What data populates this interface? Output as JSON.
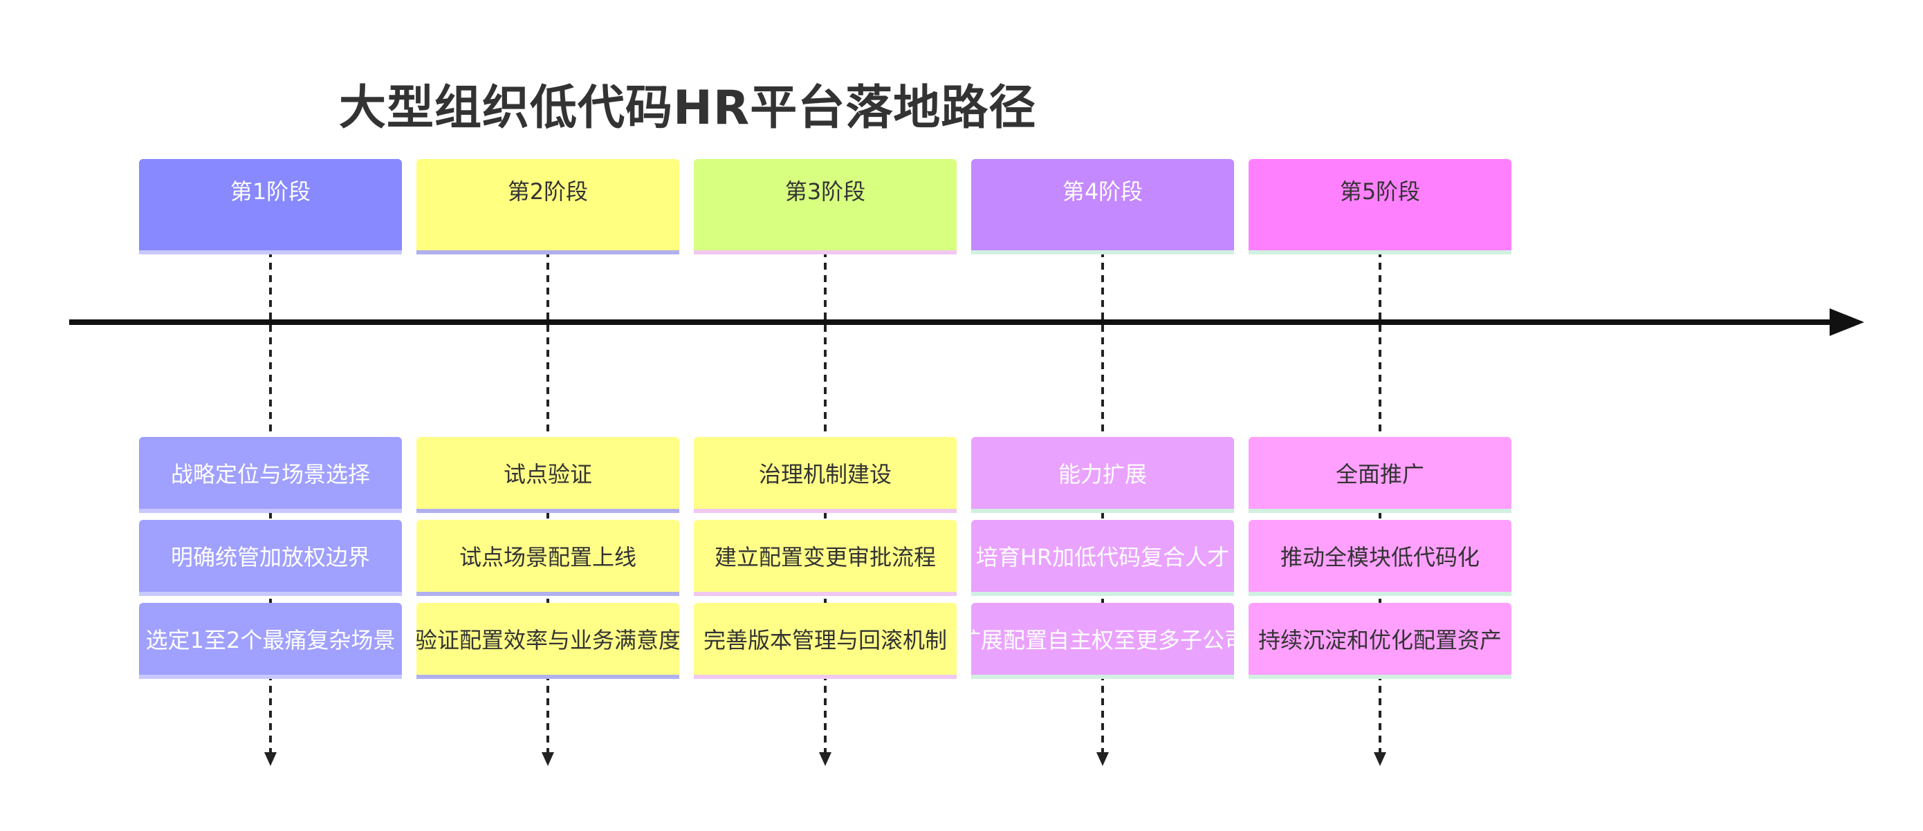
{
  "title": "大型组织低代码HR平台落地路径",
  "stages": [
    {
      "label": "第1阶段",
      "header_color": "#8888ff",
      "header_text_color": "#ffffff",
      "task_color": "#a0a0ff",
      "task_text_color": "#ffffff",
      "underline_color": "#c8c8ff",
      "tasks": [
        "战略定位与场景选择",
        "明确统管加放权边界",
        "选定1至2个最痛复杂场景"
      ]
    },
    {
      "label": "第2阶段",
      "header_color": "#ffff80",
      "header_text_color": "#333333",
      "task_color": "#ffff88",
      "task_text_color": "#333333",
      "underline_color": "#b0b0ee",
      "tasks": [
        "试点验证",
        "试点场景配置上线",
        "验证配置效率与业务满意度"
      ]
    },
    {
      "label": "第3阶段",
      "header_color": "#d8ff80",
      "header_text_color": "#333333",
      "task_color": "#ffff88",
      "task_text_color": "#333333",
      "underline_color": "#f0c8f0",
      "tasks": [
        "治理机制建设",
        "建立配置变更审批流程",
        "完善版本管理与回滚机制"
      ]
    },
    {
      "label": "第4阶段",
      "header_color": "#c488ff",
      "header_text_color": "#ffffff",
      "task_color": "#eaa2ff",
      "task_text_color": "#ffffff",
      "underline_color": "#d0f0e0",
      "tasks": [
        "能力扩展",
        "培育HR加低代码复合人才",
        "扩展配置自主权至更多子公司"
      ]
    },
    {
      "label": "第5阶段",
      "header_color": "#ff80ff",
      "header_text_color": "#333333",
      "task_color": "#ffa0ff",
      "task_text_color": "#333333",
      "underline_color": "#d0f0e0",
      "tasks": [
        "全面推广",
        "推动全模块低代码化",
        "持续沉淀和优化配置资产"
      ]
    }
  ]
}
